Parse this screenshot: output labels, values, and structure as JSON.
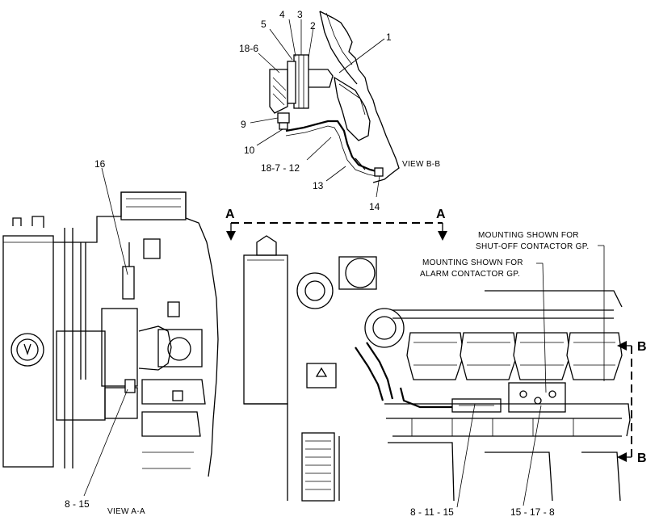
{
  "callouts": {
    "c1": "1",
    "c2": "2",
    "c3": "3",
    "c4": "4",
    "c5": "5",
    "c18_6": "18-6",
    "c9": "9",
    "c10": "10",
    "c18_7_12": "18-7 - 12",
    "c13": "13",
    "c14": "14",
    "c16": "16",
    "c8_15": "8 - 15",
    "c8_11_15": "8 - 11 - 15",
    "c15_17_8": "15 - 17 - 8"
  },
  "views": {
    "view_bb": "VIEW B-B",
    "view_aa": "VIEW A-A"
  },
  "section_marks": {
    "a_left": "A",
    "a_right": "A",
    "b_top": "B",
    "b_bottom": "B"
  },
  "notes": {
    "shutoff_line1": "MOUNTING SHOWN FOR",
    "shutoff_line2": "SHUT-OFF CONTACTOR GP.",
    "alarm_line1": "MOUNTING SHOWN FOR",
    "alarm_line2": "ALARM CONTACTOR GP."
  }
}
